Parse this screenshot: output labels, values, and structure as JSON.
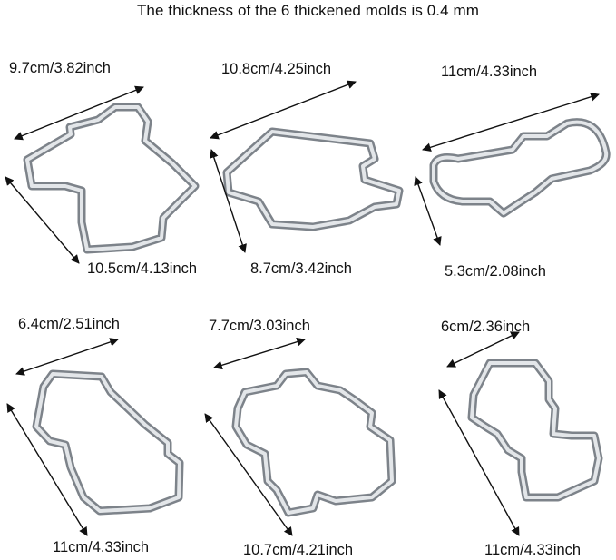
{
  "header": {
    "text": "The thickness of the 6 thickened molds is 0.4 mm"
  },
  "molds": [
    {
      "id": "dress",
      "width_label": "9.7cm/3.82inch",
      "height_label": "10.5cm/4.13inch"
    },
    {
      "id": "cap",
      "width_label": "10.8cm/4.25inch",
      "height_label": "8.7cm/3.42inch"
    },
    {
      "id": "diploma",
      "width_label": "11cm/4.33inch",
      "height_label": "5.3cm/2.08inch"
    },
    {
      "id": "gown",
      "width_label": "6.4cm/2.51inch",
      "height_label": "11cm/4.33inch"
    },
    {
      "id": "plaque",
      "width_label": "7.7cm/3.03inch",
      "height_label": "10.7cm/4.21inch"
    },
    {
      "id": "number-2",
      "width_label": "6cm/2.36inch",
      "height_label": "11cm/4.33inch"
    }
  ],
  "colors": {
    "metal_light": "#eef0f2",
    "metal_mid": "#b9bec4",
    "metal_dark": "#6f757c",
    "arrow": "#111111"
  }
}
